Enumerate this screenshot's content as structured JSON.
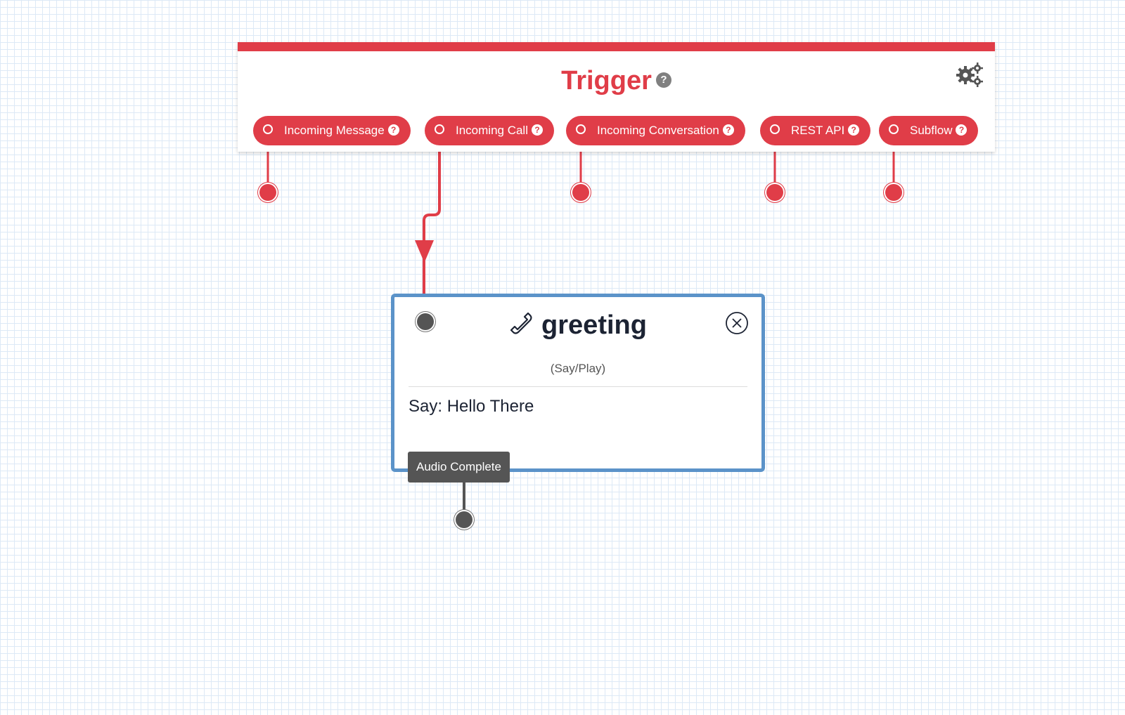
{
  "trigger": {
    "title": "Trigger",
    "help": "?",
    "settings_icon": "gear-icon",
    "accent_color": "#e03d48",
    "pills": [
      {
        "label": "Incoming Message",
        "help": "?"
      },
      {
        "label": "Incoming Call",
        "help": "?"
      },
      {
        "label": "Incoming Conversation",
        "help": "?"
      },
      {
        "label": "REST API",
        "help": "?"
      },
      {
        "label": "Subflow",
        "help": "?"
      }
    ]
  },
  "widget": {
    "name": "greeting",
    "icon": "phone-icon",
    "type": "(Say/Play)",
    "body": "Say: Hello There",
    "border_color": "#5b93c9",
    "transition_label": "Audio Complete"
  },
  "canvas": {
    "grid_color": "#dde9f6"
  }
}
